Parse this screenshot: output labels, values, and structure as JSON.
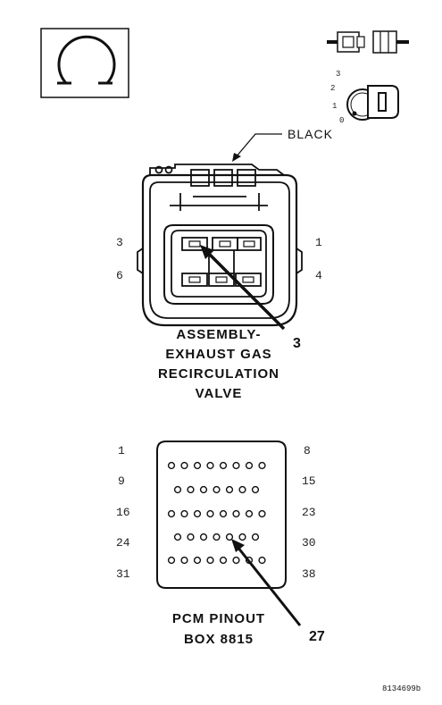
{
  "meter": {
    "symbol": "Ω",
    "icon": "ohmmeter-icon"
  },
  "key_switch": {
    "positions": [
      "3",
      "2",
      "1",
      "0"
    ],
    "icon": "ignition-key-icon"
  },
  "connector": {
    "color_label": "BLACK",
    "pin_labels": {
      "top_left": "3",
      "top_right": "1",
      "bottom_left": "6",
      "bottom_right": "4"
    },
    "probe_pin": "3",
    "name_lines": [
      "ASSEMBLY-",
      "EXHAUST GAS",
      "RECIRCULATION",
      "VALVE"
    ]
  },
  "pcm": {
    "row_labels_left": [
      "1",
      "9",
      "16",
      "24",
      "31"
    ],
    "row_labels_right": [
      "8",
      "15",
      "23",
      "30",
      "38"
    ],
    "row_hole_counts": [
      8,
      7,
      8,
      7,
      8
    ],
    "probe_pin": "27",
    "name_lines": [
      "PCM PINOUT",
      "BOX 8815"
    ]
  },
  "figure_code": "8134699b"
}
